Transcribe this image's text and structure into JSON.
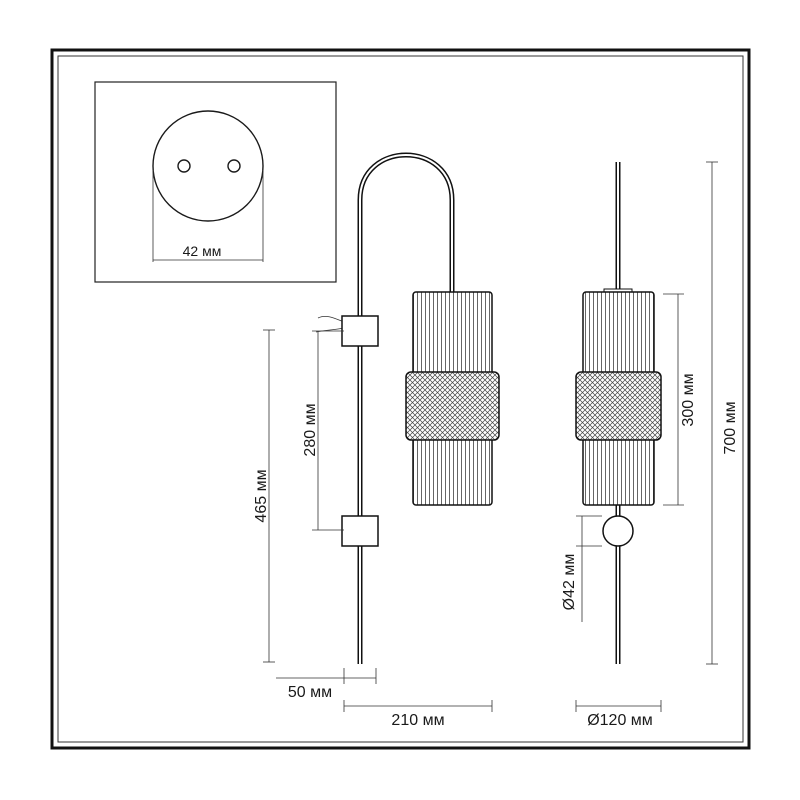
{
  "labels": {
    "socket_width": "42 мм",
    "side_height": "465 мм",
    "mount_spacing": "280 мм",
    "wall_offset": "50 мм",
    "projection": "210 мм",
    "shade_height": "300 мм",
    "total_height": "700 мм",
    "ball_diameter": "Ø42 мм",
    "shade_diameter": "Ø120 мм"
  }
}
